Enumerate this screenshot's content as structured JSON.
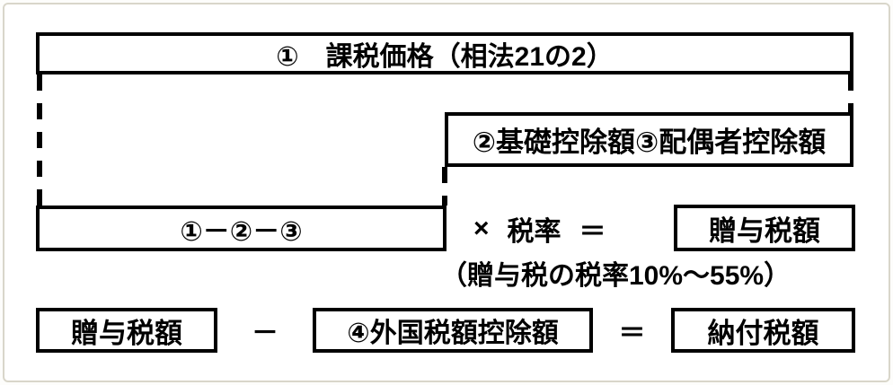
{
  "colors": {
    "line": "#000000",
    "frame_border": "#d9d6ca",
    "background": "#ffffff"
  },
  "diagram": {
    "taxable_price_box": "①　課税価格（相法21の2）",
    "deduction_box": "②基礎控除額③配偶者控除額",
    "net_amount_box": "①－②－③",
    "multiply_sign": "×",
    "tax_rate_label": "税率",
    "equals_sign_1": "＝",
    "gift_tax_result_box": "贈与税額",
    "tax_rate_note": "（贈与税の税率10%～55%）",
    "gift_tax_box": "贈与税額",
    "minus_sign": "－",
    "foreign_tax_credit_box": "④外国税額控除額",
    "equals_sign_2": "＝",
    "payable_tax_box": "納付税額"
  }
}
